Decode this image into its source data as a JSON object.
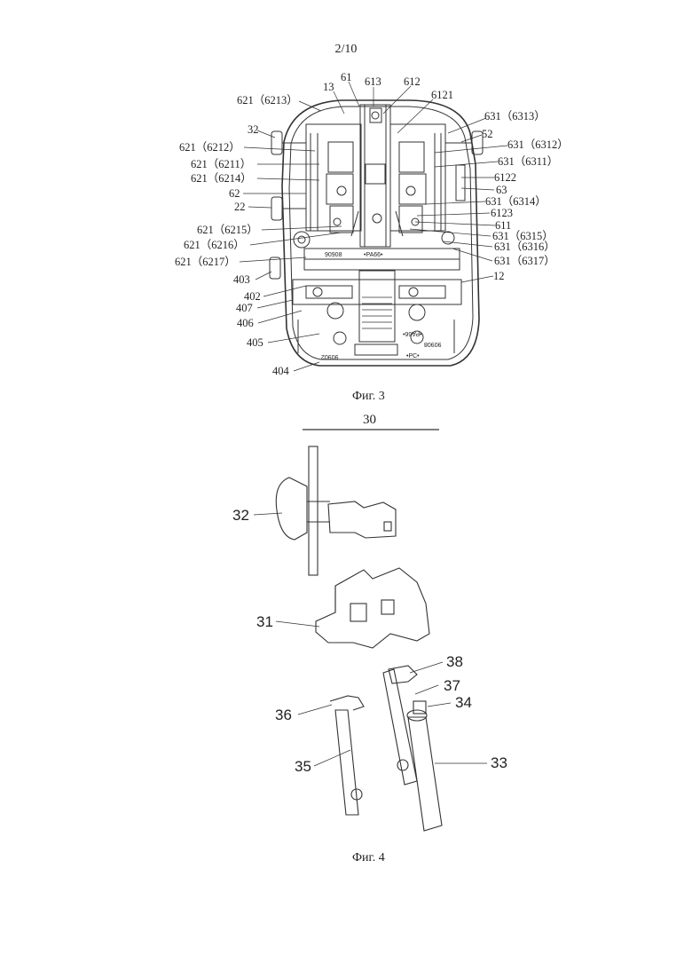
{
  "page_number": "2/10",
  "figure3": {
    "caption": "Фиг. 3",
    "labels": {
      "l621_6213": "621（6213）",
      "l13": "13",
      "l61": "61",
      "l613": "613",
      "l612": "612",
      "l6121": "6121",
      "l631_6313": "631（6313）",
      "l32": "32",
      "l52": "52",
      "l621_6212": "621（6212）",
      "l631_6312": "631（6312）",
      "l621_6211": "621（6211）",
      "l631_6311": "631（6311）",
      "l621_6214": "621（6214）",
      "l6122": "6122",
      "l62": "62",
      "l63": "63",
      "l22": "22",
      "l631_6314": "631（6314）",
      "l6123": "6123",
      "l611": "611",
      "l621_6215": "621（6215）",
      "l631_6315": "631（6315）",
      "l621_6216": "621（6216）",
      "l631_6316": "631（6316）",
      "l621_6217": "621（6217）",
      "l631_6317": "631（6317）",
      "l403": "403",
      "l12": "12",
      "l402": "402",
      "l407": "407",
      "l406": "406",
      "l405": "405",
      "l404": "404"
    },
    "markings": {
      "m1": "90908",
      "m2": "•PA66•",
      "m3": "•PA66•",
      "m4": "90908",
      "m5": "90902",
      "m6": "•PC•"
    }
  },
  "figure4": {
    "caption": "Фиг. 4",
    "title_ref": "30",
    "labels": {
      "l32": "32",
      "l31": "31",
      "l38": "38",
      "l37": "37",
      "l34": "34",
      "l36": "36",
      "l35": "35",
      "l33": "33"
    }
  }
}
